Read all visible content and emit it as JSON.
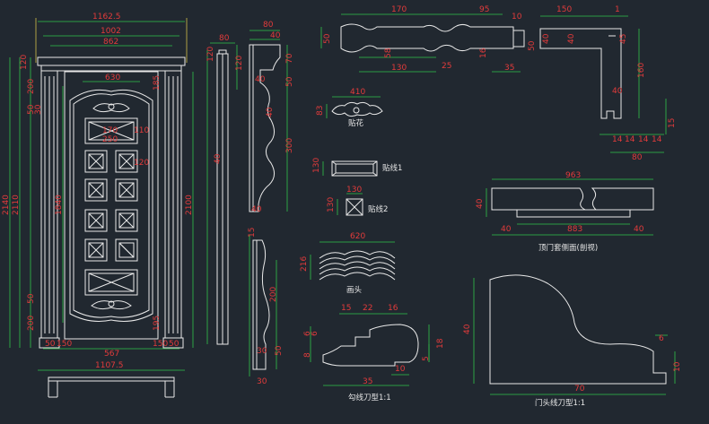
{
  "dims": {
    "door_w_overall": "1162.5",
    "door_w_1002": "1002",
    "door_w_862": "862",
    "door_panel_630": "630",
    "door_h_2140": "2140",
    "door_h_2110": "2110",
    "door_h_2100": "2100",
    "door_h_1840": "1840",
    "door_left_120": "120",
    "door_left_200": "200",
    "door_left_50_top": "50",
    "door_left_30": "30",
    "door_left_50_bot": "50",
    "door_left_200_bot": "200",
    "door_right_185": "185",
    "door_right_195": "195",
    "door_bot_50": "50",
    "door_bot_150": "150",
    "door_bot_567": "567",
    "door_bot_150b": "150",
    "door_bot_50b": "50",
    "door_bot_1107": "1107.5",
    "panel_170": "170",
    "panel_250": "250",
    "panel_110": "110",
    "panel_120": "120",
    "side_80": "80",
    "side_120": "120",
    "side_40": "40",
    "prof_80": "80",
    "prof_40": "40",
    "prof_120": "120",
    "prof_70": "70",
    "prof_40b": "40",
    "prof_50": "50",
    "prof_40c": "40",
    "prof_300": "300",
    "prof_40d": "40",
    "prof2_15": "15",
    "prof2_200": "200",
    "prof2_30": "30",
    "prof2_50": "50",
    "prof2_30b": "30",
    "sec_170": "170",
    "sec_95": "95",
    "sec_10": "10",
    "sec_150": "150",
    "sec_1": "1",
    "sec_50": "50",
    "sec_58": "58",
    "sec_16": "16",
    "sec_50b": "50",
    "sec_130": "130",
    "sec_25": "25",
    "sec_35": "35",
    "sec_40": "40",
    "sec_40b": "40",
    "sec_45": "45",
    "sec_160": "160",
    "sec_40c": "40",
    "sec_15": "15",
    "sec_14a": "14",
    "sec_14b": "14",
    "sec_14c": "14",
    "sec_14d": "14",
    "sec_80": "80",
    "flower_410": "410",
    "flower_83": "83",
    "tie1_130": "130",
    "tie2_130": "130",
    "tie2_130v": "130",
    "head_620": "620",
    "head_216": "216",
    "cross_963": "963",
    "cross_40": "40",
    "cross_40b": "40",
    "cross_883": "883",
    "cross_40c": "40",
    "knife1_15": "15",
    "knife1_22": "22",
    "knife1_16": "16",
    "knife1_6": "6",
    "knife1_6b": "6",
    "knife1_8": "8",
    "knife1_18": "18",
    "knife1_5": "5",
    "knife1_35": "35",
    "knife1_10": "10",
    "knife2_40": "40",
    "knife2_6": "6",
    "knife2_70": "70",
    "knife2_10": "10"
  },
  "labels": {
    "flower": "贴花",
    "tie1": "贴线1",
    "tie2": "贴线2",
    "head": "画头",
    "cross": "顶门套侧面(剖视)",
    "knife1": "勾线刀型1:1",
    "knife2": "门头线刀型1:1"
  },
  "colors": {
    "background": "#212830",
    "dimension_text": "#e23b3b",
    "outline": "#e9e9e9",
    "dim_line": "#31c24a",
    "ext_line": "#d2c04a"
  }
}
